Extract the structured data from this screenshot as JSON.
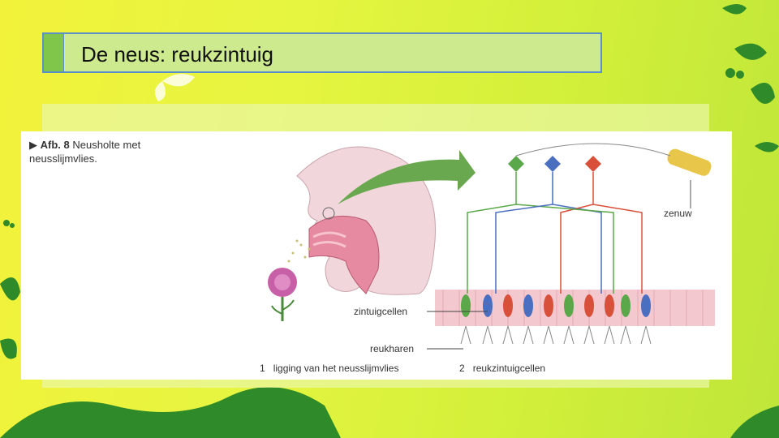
{
  "slide": {
    "title": "De neus: reukzintuig"
  },
  "figure": {
    "caption_number": "Afb. 8",
    "caption_text_line1": "Neusholte met",
    "caption_text_line2": "neusslijmvlies.",
    "labels": {
      "nerve": "zenuw",
      "sensory_cells": "zintuigcellen",
      "olfactory_hairs": "reukharen"
    },
    "subcaptions": {
      "part1_number": "1",
      "part1_text": "ligging van het neusslijmvlies",
      "part2_number": "2",
      "part2_text": "reukzintuigcellen"
    }
  },
  "colors": {
    "accent_green": "#7fc64a",
    "title_border": "#5b8fc9",
    "cell_green": "#5aa84a",
    "cell_blue": "#4a6fc0",
    "cell_red": "#d9503a"
  }
}
